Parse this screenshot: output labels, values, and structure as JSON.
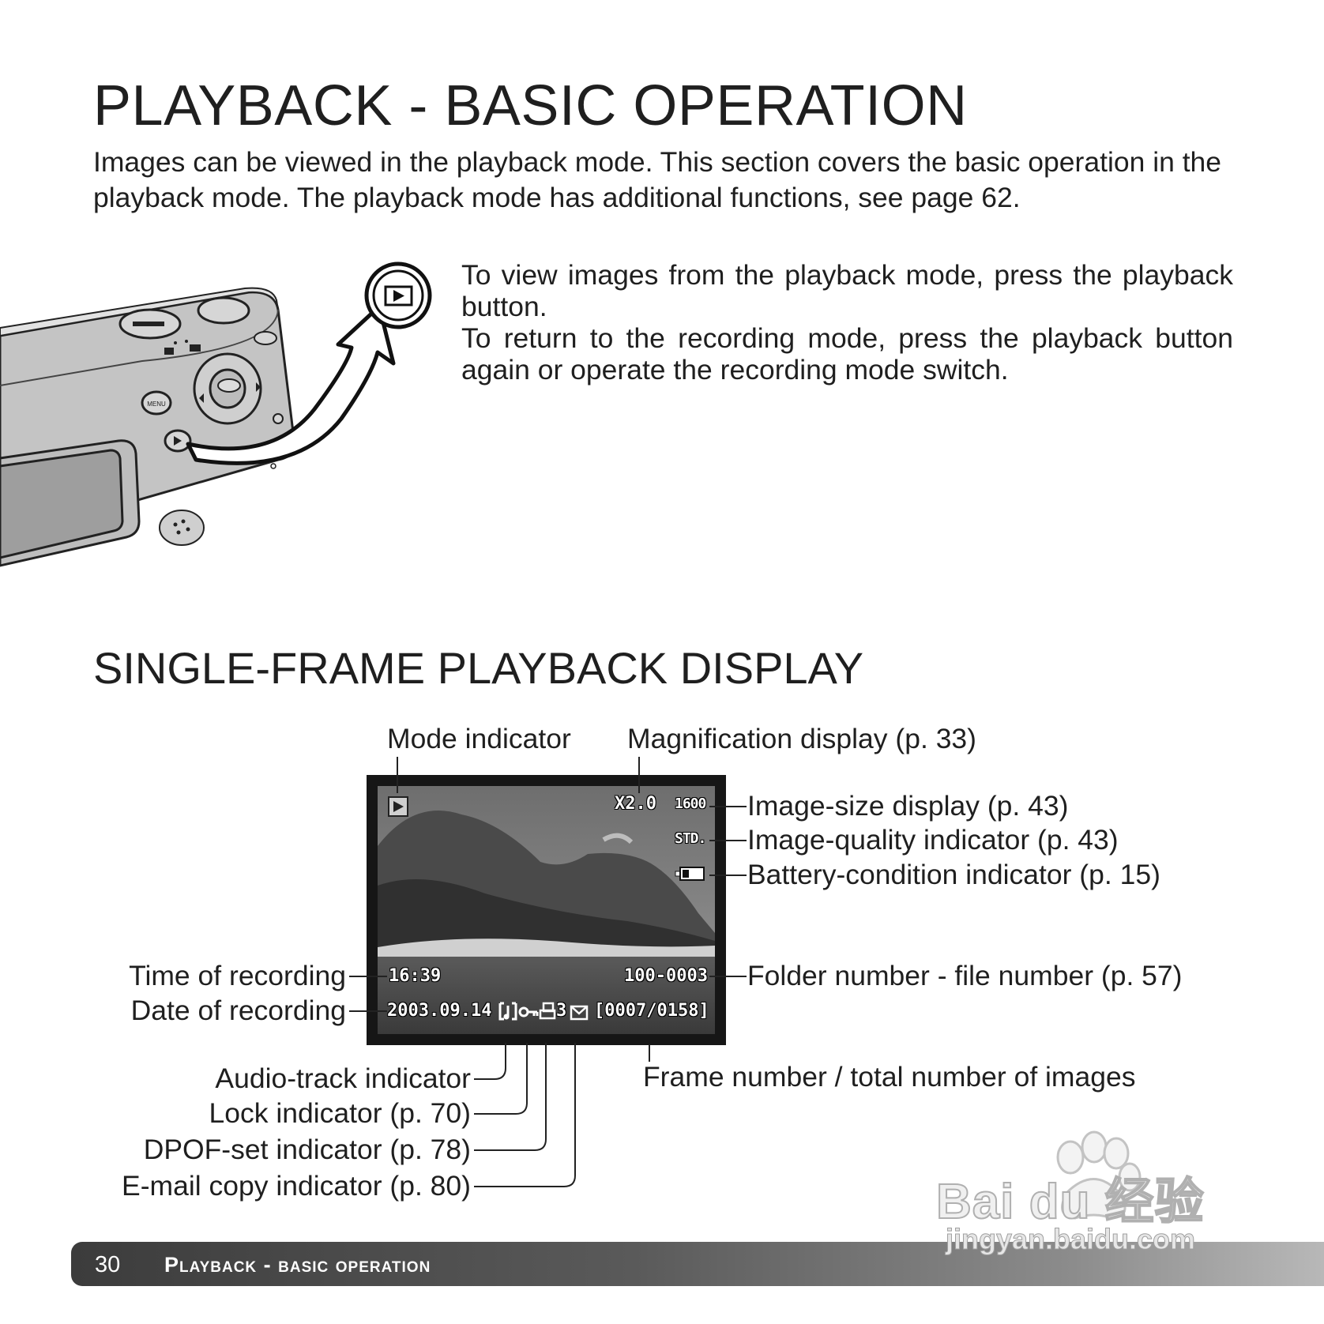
{
  "page": {
    "title": "PLAYBACK - BASIC OPERATION",
    "intro": "Images can be viewed in the playback mode. This section covers the basic operation in the playback mode. The playback mode has additional functions, see page 62.",
    "instructions": [
      "To view images from the playback mode, press the playback button.",
      "To return to the recording mode, press the playback button again or operate the recording mode switch."
    ],
    "section_title": "SINGLE-FRAME PLAYBACK DISPLAY"
  },
  "camera_illustration": {
    "menu_button_label": "MENU",
    "icons": [
      "camera-icon",
      "movie-icon",
      "playback-icon"
    ]
  },
  "display": {
    "magnification": "X2.0",
    "image_size": "1600",
    "quality": "STD.",
    "time": "16:39",
    "date": "2003.09.14",
    "folder_file": "100-0003",
    "dpof_count": "3",
    "frame": "[0007/0158]",
    "icons": [
      "playback-mode-icon",
      "battery-icon",
      "audio-icon",
      "lock-icon",
      "print-icon",
      "mail-icon"
    ]
  },
  "labels": {
    "mode": "Mode indicator",
    "magnification": "Magnification display (p. 33)",
    "image_size": "Image-size display (p. 43)",
    "image_quality": "Image-quality indicator (p. 43)",
    "battery": "Battery-condition indicator (p. 15)",
    "time": "Time of recording",
    "date": "Date of recording",
    "folder_file": "Folder number - file number (p. 57)",
    "frame": "Frame number / total number of images",
    "audio": "Audio-track indicator",
    "lock": "Lock indicator (p. 70)",
    "dpof": "DPOF-set indicator (p. 78)",
    "email": "E-mail copy indicator (p. 80)"
  },
  "footer": {
    "page_number": "30",
    "title": "Playback - basic operation"
  },
  "watermark": {
    "text": "Bai du 经验",
    "url": "jingyan.baidu.com"
  }
}
